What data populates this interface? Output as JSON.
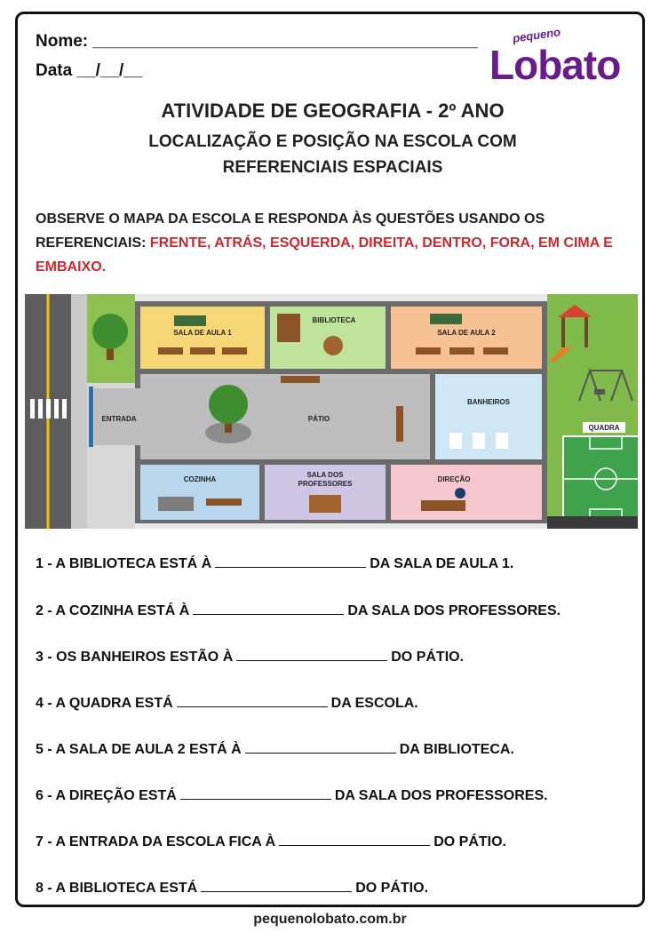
{
  "header": {
    "name_label": "Nome: _________________________________________",
    "date_label": "Data __/__/__"
  },
  "logo": {
    "top": "pequeno",
    "main": "Lobato"
  },
  "titles": {
    "main": "ATIVIDADE DE GEOGRAFIA - 2º ANO",
    "sub_line1": "LOCALIZAÇÃO E POSIÇÃO NA ESCOLA COM",
    "sub_line2": "REFERENCIAIS ESPACIAIS"
  },
  "instructions": {
    "text": "OBSERVE O MAPA DA ESCOLA E RESPONDA ÀS QUESTÕES USANDO OS REFERENCIAIS: ",
    "highlight": "FRENTE, ATRÁS, ESQUERDA, DIREITA, DENTRO, FORA, EM CIMA E EMBAIXO."
  },
  "map_labels": {
    "sala1": "SALA DE AULA 1",
    "biblioteca": "BIBLIOTECA",
    "sala2": "SALA DE AULA 2",
    "entrada": "ENTRADA",
    "patio": "PÁTIO",
    "banheiros": "BANHEIROS",
    "cozinha": "COZINHA",
    "professores_l1": "SALA DOS",
    "professores_l2": "PROFESSORES",
    "direcao": "DIREÇÃO",
    "quadra": "QUADRA"
  },
  "questions": [
    {
      "before": "1 - A BIBLIOTECA ESTÁ À",
      "after": "DA SALA DE AULA 1."
    },
    {
      "before": "2 - A COZINHA ESTÁ À",
      "after": "DA SALA DOS PROFESSORES."
    },
    {
      "before": "3 - OS BANHEIROS ESTÃO À",
      "after": "DO PÁTIO."
    },
    {
      "before": "4 - A QUADRA ESTÁ",
      "after": "DA ESCOLA."
    },
    {
      "before": "5 - A SALA DE AULA 2 ESTÁ À",
      "after": "DA BIBLIOTECA."
    },
    {
      "before": "6 - A DIREÇÃO ESTÁ",
      "after": "DA SALA DOS PROFESSORES."
    },
    {
      "before": "7 - A ENTRADA DA ESCOLA FICA À",
      "after": "DO PÁTIO."
    },
    {
      "before": "8 - A BIBLIOTECA ESTÁ",
      "after": "DO PÁTIO."
    }
  ],
  "footer": "pequenolobato.com.br"
}
